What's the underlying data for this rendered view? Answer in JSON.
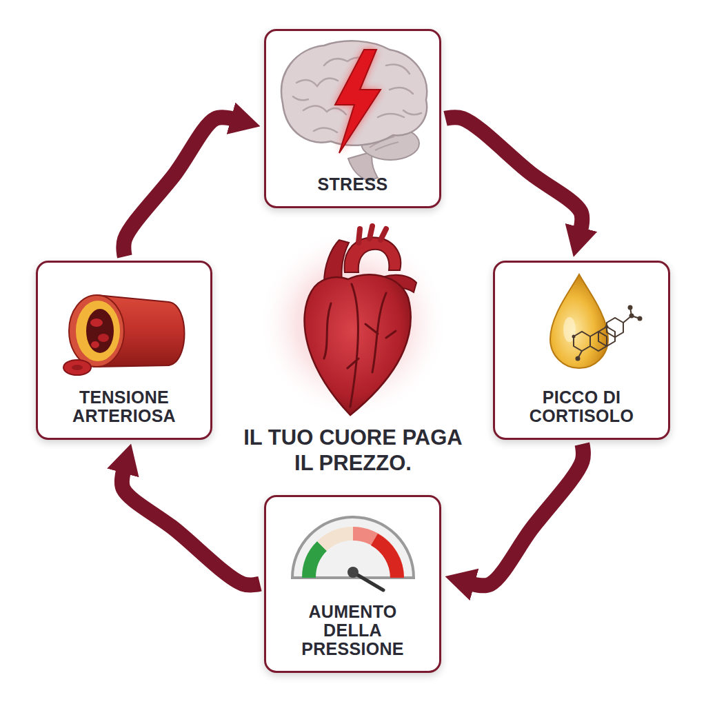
{
  "diagram": {
    "nodes": [
      {
        "text": [
          "STRESS"
        ]
      },
      {
        "text": [
          "PICCO DI CORTISOLO"
        ]
      },
      {
        "text": [
          "AUMENTO DELLA PRESSIONE"
        ]
      },
      {
        "text": [
          "TENSIONE ARTERIOSA"
        ]
      }
    ],
    "edges": [
      {
        "from": 0,
        "to": 1,
        "arrow": "to"
      },
      {
        "from": 1,
        "to": 2,
        "arrow": "to"
      },
      {
        "from": 2,
        "to": 3,
        "arrow": "to"
      },
      {
        "from": 3,
        "to": 0,
        "arrow": "to"
      }
    ],
    "labels": [
      "IL TUO CUORE PAGA IL PREZZO."
    ]
  }
}
